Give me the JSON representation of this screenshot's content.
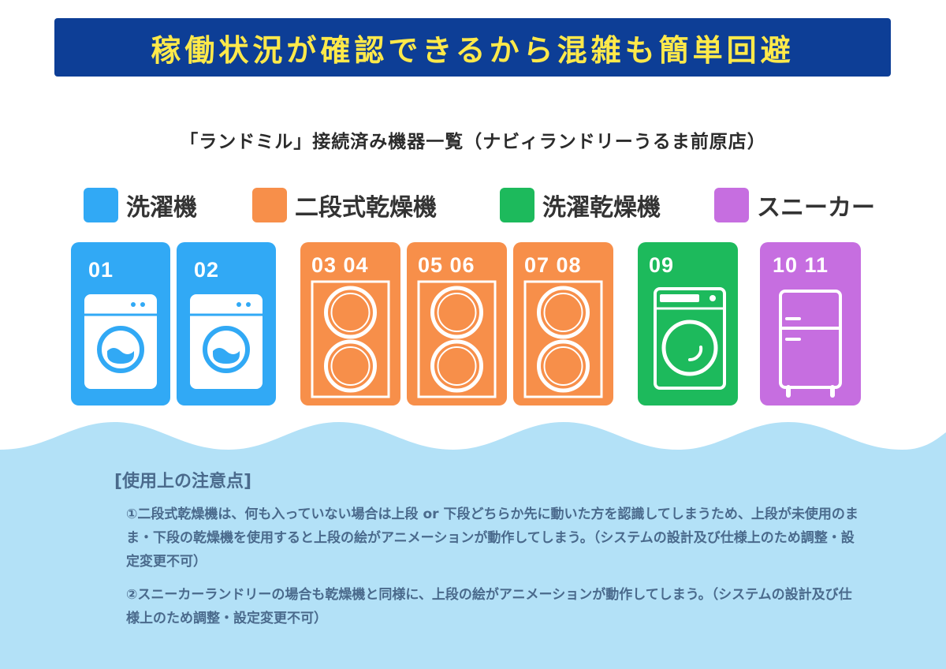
{
  "banner": {
    "title": "稼働状況が確認できるから混雑も簡単回避"
  },
  "subtitle": "「ランドミル」接続済み機器一覧（ナビィランドリーうるま前原店）",
  "legend": [
    {
      "label": "洗濯機",
      "color": "#31a9f5"
    },
    {
      "label": "二段式乾燥機",
      "color": "#f78f4a"
    },
    {
      "label": "洗濯乾燥機",
      "color": "#1dba5c"
    },
    {
      "label": "スニーカー",
      "color": "#c66ee0"
    }
  ],
  "machines": [
    {
      "numbers": "01",
      "type": "洗濯機",
      "color": "#31a9f5"
    },
    {
      "numbers": "02",
      "type": "洗濯機",
      "color": "#31a9f5"
    },
    {
      "numbers": "03  04",
      "type": "二段式乾燥機",
      "color": "#f78f4a"
    },
    {
      "numbers": "05  06",
      "type": "二段式乾燥機",
      "color": "#f78f4a"
    },
    {
      "numbers": "07  08",
      "type": "二段式乾燥機",
      "color": "#f78f4a"
    },
    {
      "numbers": "09",
      "type": "洗濯乾燥機",
      "color": "#1dba5c"
    },
    {
      "numbers": "10  11",
      "type": "スニーカー",
      "color": "#c66ee0"
    }
  ],
  "notes": {
    "title": "[使用上の注意点]",
    "items": [
      "①二段式乾燥機は、何も入っていない場合は上段 or 下段どちらか先に動いた方を認識してしまうため、上段が未使用のまま・下段の乾燥機を使用すると上段の絵がアニメーションが動作してしまう。（システムの設計及び仕様上のため調整・設定変更不可）",
      "②スニーカーランドリーの場合も乾燥機と同様に、上段の絵がアニメーションが動作してしまう。（システムの設計及び仕様上のため調整・設定変更不可）"
    ]
  },
  "colors": {
    "banner_bg": "#0d3e96",
    "banner_text": "#ffe94a",
    "wave": "#b3e1f7",
    "notes_text": "#4a6a8c"
  }
}
